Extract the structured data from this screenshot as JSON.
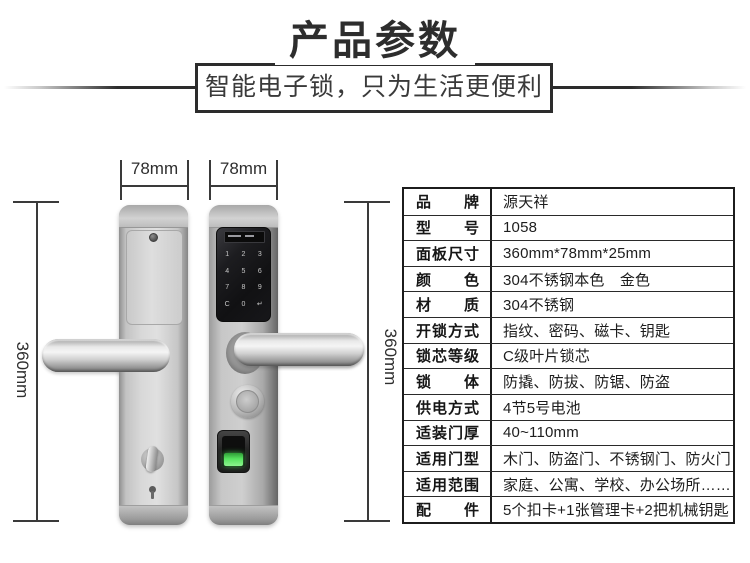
{
  "header": {
    "title": "产品参数",
    "subtitle": "智能电子锁，只为生活更便利"
  },
  "dimensions": {
    "panel_width": "78mm",
    "panel_height": "360mm"
  },
  "lock_front": {
    "keypad": {
      "keys": [
        "1",
        "2",
        "3",
        "4",
        "5",
        "6",
        "7",
        "8",
        "9",
        "C",
        "0",
        "↵"
      ]
    }
  },
  "spec_table": {
    "rows": [
      {
        "label": "品牌",
        "value": "源天祥"
      },
      {
        "label": "型号",
        "value": "1058"
      },
      {
        "label": "面板尺寸",
        "value": "360mm*78mm*25mm"
      },
      {
        "label": "颜色",
        "value": "304不锈钢本色　金色"
      },
      {
        "label": "材质",
        "value": "304不锈钢"
      },
      {
        "label": "开锁方式",
        "value": "指纹、密码、磁卡、钥匙"
      },
      {
        "label": "锁芯等级",
        "value": "C级叶片锁芯"
      },
      {
        "label": "锁体",
        "value": "防撬、防拔、防锯、防盗"
      },
      {
        "label": "供电方式",
        "value": "4节5号电池"
      },
      {
        "label": "适装门厚",
        "value": "40~110mm"
      },
      {
        "label": "适用门型",
        "value": "木门、防盗门、不锈钢门、防火门"
      },
      {
        "label": "适用范围",
        "value": "家庭、公寓、学校、办公场所……"
      },
      {
        "label": "配件",
        "value": "5个扣卡+1张管理卡+2把机械钥匙"
      }
    ]
  },
  "colors": {
    "ink": "#2c2c2c",
    "fingerprint_green": "#57e35f"
  }
}
